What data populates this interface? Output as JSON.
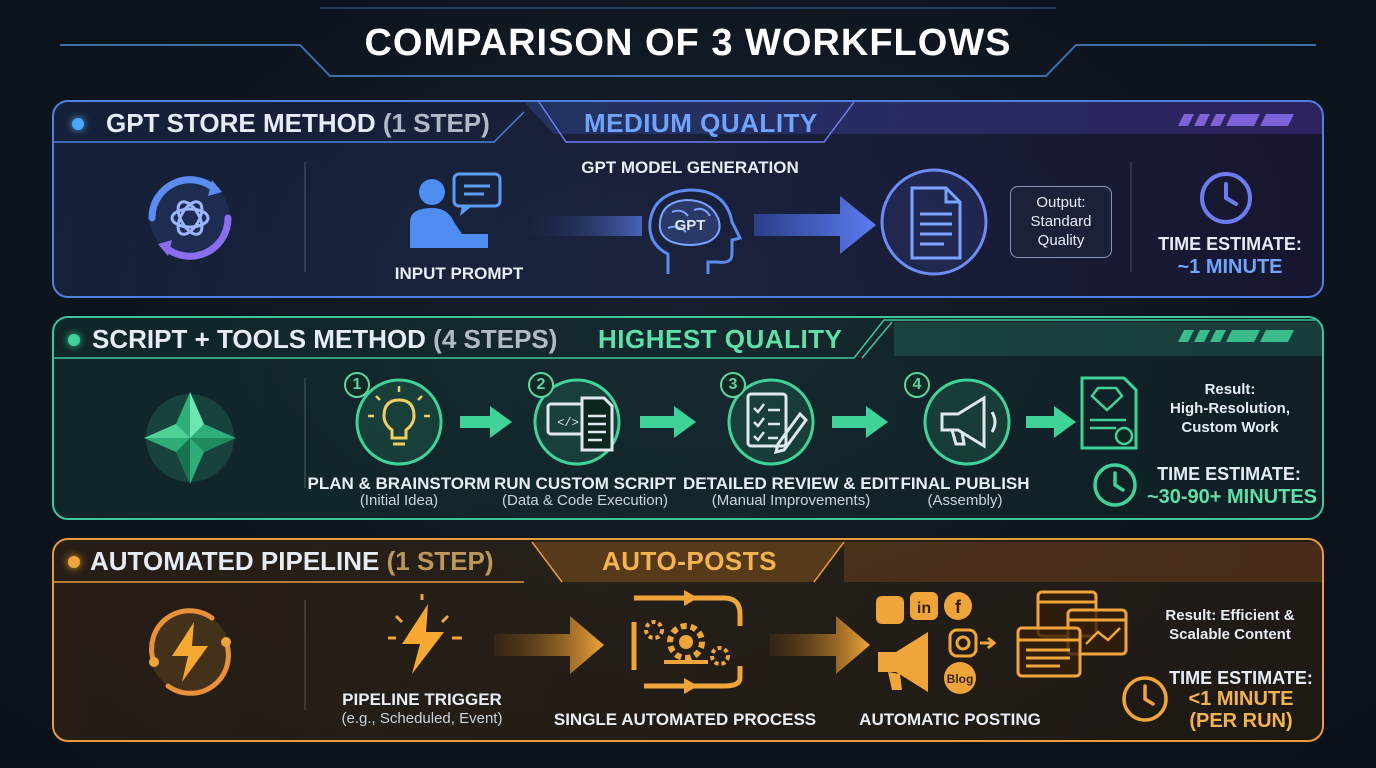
{
  "title": "COMPARISON OF 3 WORKFLOWS",
  "gpt": {
    "header": "GPT STORE METHOD",
    "header_paren": "(1 STEP)",
    "quality": "MEDIUM QUALITY",
    "input_label": "INPUT PROMPT",
    "model_label": "GPT MODEL GENERATION",
    "brain_text": "GPT",
    "output_box": [
      "Output:",
      "Standard",
      "Quality"
    ],
    "time_label": "TIME ESTIMATE:",
    "time_value": "~1 MINUTE",
    "accent": "#5b8cf0",
    "accent2": "#8b6ef0"
  },
  "script": {
    "header": "SCRIPT + TOOLS METHOD",
    "header_paren": "(4 STEPS)",
    "quality": "HIGHEST QUALITY",
    "steps": [
      {
        "num": "1",
        "label": "PLAN & BRAINSTORM",
        "sub": "(Initial Idea)",
        "icon": "lightbulb-icon"
      },
      {
        "num": "2",
        "label": "RUN CUSTOM SCRIPT",
        "sub": "(Data & Code Execution)",
        "icon": "code-document-icon"
      },
      {
        "num": "3",
        "label": "DETAILED REVIEW & EDIT",
        "sub": "(Manual Improvements)",
        "icon": "checklist-icon"
      },
      {
        "num": "4",
        "label": "FINAL PUBLISH",
        "sub": "(Assembly)",
        "icon": "megaphone-icon"
      }
    ],
    "result": [
      "Result:",
      "High-Resolution,",
      "Custom Work"
    ],
    "time_label": "TIME ESTIMATE:",
    "time_value": "~30-90+ MINUTES",
    "accent": "#3fd39a"
  },
  "auto": {
    "header": "AUTOMATED PIPELINE",
    "header_paren": "(1 STEP)",
    "quality": "AUTO-POSTS",
    "trigger_label": "PIPELINE TRIGGER",
    "trigger_sub": "(e.g., Scheduled, Event)",
    "process_label": "SINGLE AUTOMATED PROCESS",
    "posting_label": "AUTOMATIC POSTING",
    "blog_badge": "Blog",
    "result": [
      "Result: Efficient &",
      "Scalable Content"
    ],
    "time_label": "TIME ESTIMATE:",
    "time_value": "<1 MINUTE",
    "time_value2": "(PER RUN)",
    "accent": "#f0a53a"
  }
}
